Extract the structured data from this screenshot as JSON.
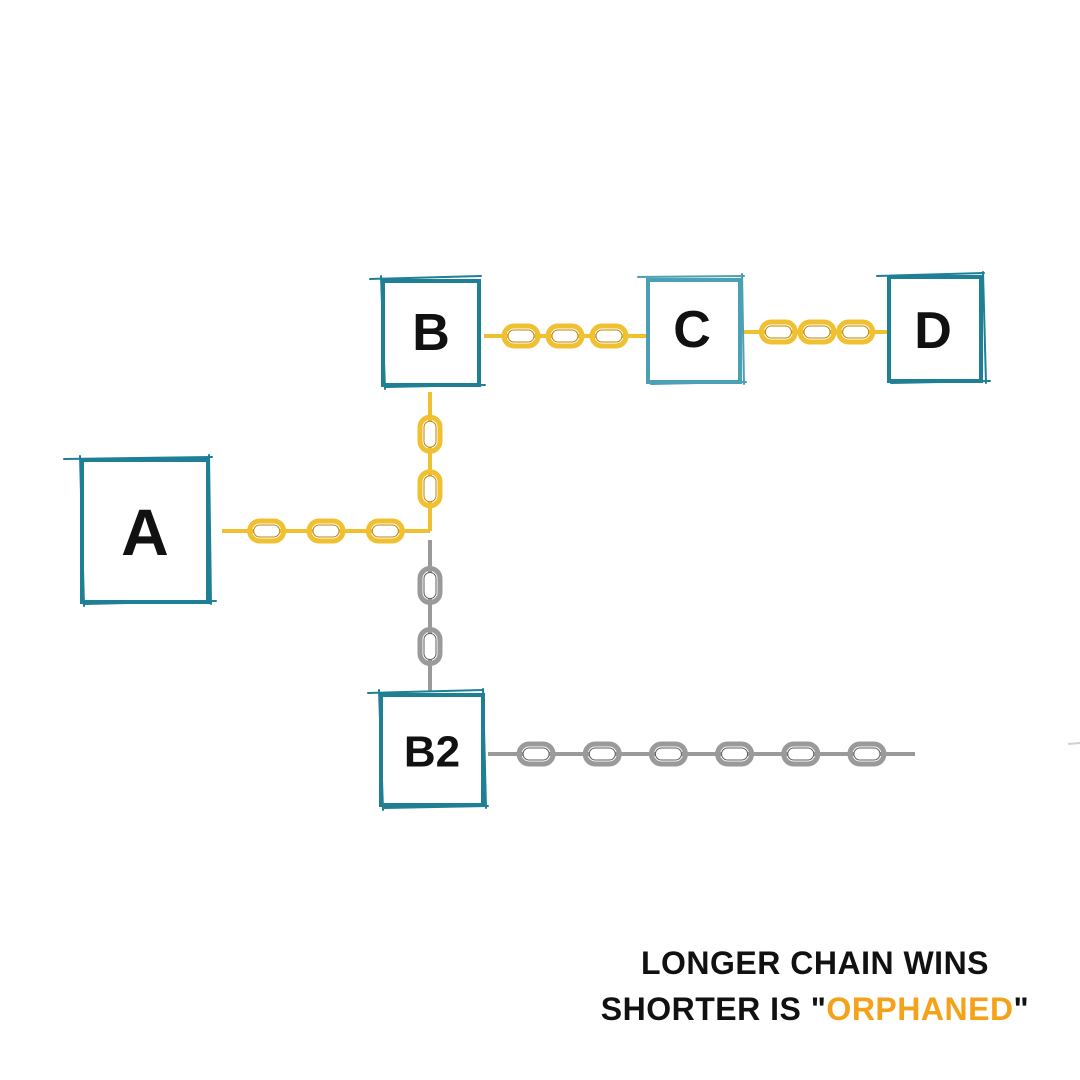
{
  "colors": {
    "block_border": "#1e7f95",
    "main_chain": "#f0c030",
    "orphan_chain": "#9a9a9a",
    "text": "#111111",
    "highlight": "#f5a21b"
  },
  "blocks": {
    "a": "A",
    "b": "B",
    "c": "C",
    "d": "D",
    "b2": "B2"
  },
  "chains": {
    "a_to_fork": "main",
    "fork_to_b": "main",
    "b_to_c": "main",
    "c_to_d": "main",
    "fork_to_b2": "orphan",
    "b2_onward": "orphan"
  },
  "caption": {
    "line1": "LONGER CHAIN WINS",
    "line2_prefix": "SHORTER IS \"",
    "line2_highlight": "ORPHANED",
    "line2_suffix": "\""
  }
}
